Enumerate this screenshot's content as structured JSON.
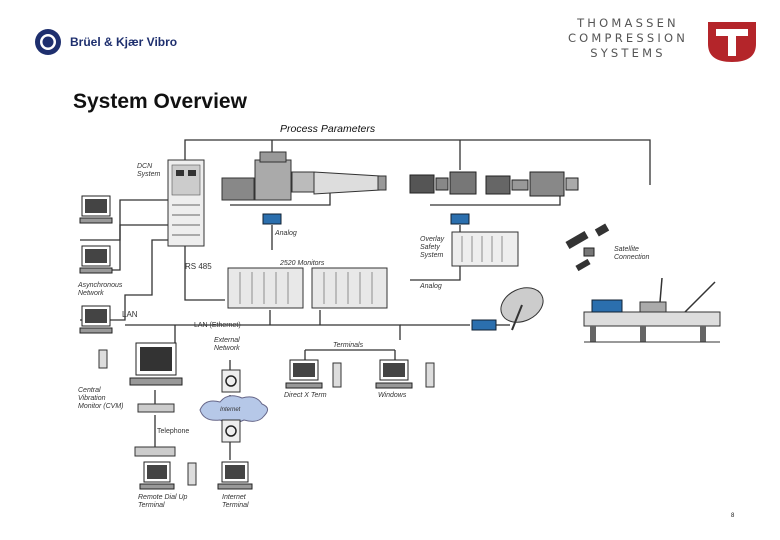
{
  "header": {
    "left_logo_text": "Brüel & Kjær Vibro",
    "right_logo_lines": [
      "THOMASSEN",
      "COMPRESSION",
      "SYSTEMS"
    ]
  },
  "slide": {
    "title": "System Overview",
    "page_number": "8"
  },
  "diagram": {
    "process_parameters": "Process Parameters",
    "dcn_system": [
      "DCN",
      "System"
    ],
    "rs485": "RS 485",
    "analog_1": "Analog",
    "analog_2": "Analog",
    "monitors": "2520 Monitors",
    "overlay_system": [
      "Overlay",
      "Safety",
      "System"
    ],
    "async_network": [
      "Asynchronous",
      "Network"
    ],
    "lan": "LAN",
    "lan_ethernet": "LAN (Ethernet)",
    "external_network": [
      "External",
      "Network"
    ],
    "terminals": "Terminals",
    "central_monitor": [
      "Central",
      "Vibration",
      "Monitor (CVM)"
    ],
    "internet": "Internet",
    "telephone": "Telephone",
    "remote_dialup": [
      "Remote Dial Up",
      "Terminal"
    ],
    "internet_terminal": [
      "Internet",
      "Terminal"
    ],
    "x_terminal": "Direct X Term",
    "windows_terminal": "Windows",
    "satellite": [
      "Satellite",
      "Connection"
    ]
  },
  "colors": {
    "bk_blue": "#1e2f6e",
    "thomassen_red": "#b4252a",
    "connector_blue": "#2b6fae"
  }
}
